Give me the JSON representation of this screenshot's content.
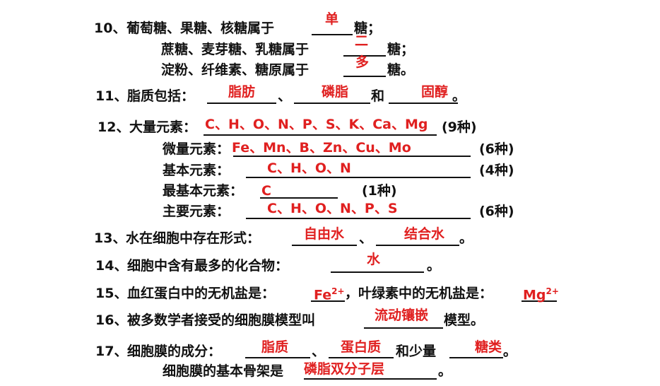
{
  "q10": {
    "line1": {
      "num": "10、",
      "text": "葡萄糖、果糖、核糖属于",
      "after": "糖；",
      "answer": "单"
    },
    "line2": {
      "text": "蔗糖、麦芽糖、乳糖属于",
      "after": "糖；",
      "answer": "二"
    },
    "line3": {
      "text": "淀粉、纤维素、糖原属于",
      "after": "糖。",
      "answer": "多"
    }
  },
  "q11": {
    "num": "11、",
    "text": "脂质包括：",
    "sep": "、",
    "and": "和",
    "end": "。",
    "answers": [
      "脂肪",
      "磷脂",
      "固醇"
    ]
  },
  "q12": {
    "num": "12、",
    "macro": {
      "label": "大量元素：",
      "answer": "C、H、O、N、P、S、K、Ca、Mg",
      "count": "(9种)"
    },
    "micro": {
      "label": "微量元素：",
      "answer": "Fe、Mn、B、Zn、Cu、Mo",
      "count": "(6种)"
    },
    "basic": {
      "label": "基本元素：",
      "answer": "C、H、O、N",
      "count": "(4种)"
    },
    "most_basic": {
      "label": "最基本元素：",
      "answer": "C",
      "count": "(1种)"
    },
    "main": {
      "label": "主要元素：",
      "answer": "C、H、O、N、P、S",
      "count": "(6种)"
    }
  },
  "q13": {
    "num": "13、",
    "text": "水在细胞中存在形式：",
    "sep": "、",
    "end": "。",
    "answers": [
      "自由水",
      "结合水"
    ]
  },
  "q14": {
    "num": "14、",
    "text": "细胞中含有最多的化合物：",
    "end": "。",
    "answer": "水"
  },
  "q15": {
    "num": "15、",
    "text1": "血红蛋白中的无机盐是：",
    "text2": "，叶绿素中的无机盐是：",
    "answer1": "Fe",
    "answer1_sup": "2+",
    "answer2": "Mg",
    "answer2_sup": "2+"
  },
  "q16": {
    "num": "16、",
    "text": "被多数学者接受的细胞膜模型叫",
    "after": "模型。",
    "answer": "流动镶嵌"
  },
  "q17": {
    "num": "17、",
    "text": "细胞膜的成分：",
    "sep": "、",
    "and": "和少量",
    "end": "。",
    "answers": [
      "脂质",
      "蛋白质",
      "糖类"
    ],
    "line2": {
      "text": "细胞膜的基本骨架是",
      "end": "。",
      "answer": "磷脂双分子层"
    }
  }
}
